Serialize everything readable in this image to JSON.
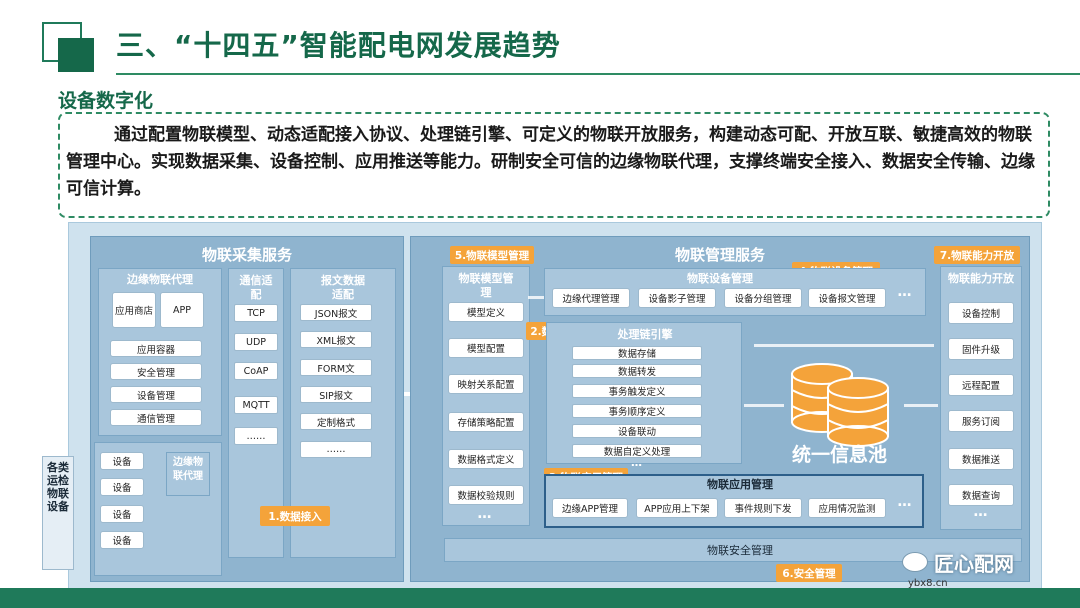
{
  "header": {
    "title": "三、“十四五”智能配电网发展趋势",
    "subtitle": "设备数字化"
  },
  "description": "通过配置物联模型、动态适配接入协议、处理链引擎、可定义的物联开放服务，构建动态可配、开放互联、敏捷高效的物联管理中心。实现数据采集、设备控制、应用推送等能力。研制安全可信的边缘物联代理，支撑终端安全接入、数据安全传输、边缘可信计算。",
  "left_label": "各类运检物联设备",
  "collection": {
    "title": "物联采集服务",
    "edge_proxy": {
      "title": "边缘物联代理",
      "app_store": "应用商店",
      "app": "APP",
      "items": [
        "应用容器",
        "安全管理",
        "设备管理",
        "通信管理"
      ]
    },
    "devices": [
      "设备",
      "设备",
      "设备",
      "设备"
    ],
    "edge_small": "边缘物联代理",
    "comm": {
      "title": "通信适配",
      "items": [
        "TCP",
        "UDP",
        "CoAP",
        "MQTT",
        "……"
      ]
    },
    "msg": {
      "title": "报文数据适配",
      "items": [
        "JSON报文",
        "XML报文",
        "FORM文",
        "SIP报文",
        "定制格式",
        "……"
      ]
    },
    "tag": "1.数据接入"
  },
  "management": {
    "title": "物联管理服务",
    "model": {
      "tag": "5.物联模型管理",
      "title": "物联模型管理",
      "items": [
        "模型定义",
        "模型配置",
        "映射关系配置",
        "存储策略配置",
        "数据格式定义",
        "数据校验规则"
      ],
      "more": "…"
    },
    "device_mgmt": {
      "tag": "4.物联设备管理",
      "title": "物联设备管理",
      "items": [
        "边缘代理管理",
        "设备影子管理",
        "设备分组管理",
        "设备报文管理"
      ],
      "more": "…"
    },
    "processing": {
      "tag": "2.数据处理",
      "title": "处理链引擎",
      "items": [
        "数据存储",
        "数据转发",
        "事务触发定义",
        "事务顺序定义",
        "设备联动",
        "数据自定义处理"
      ],
      "more": "…"
    },
    "pool": "统一信息池",
    "app_mgmt": {
      "tag": "3.物联应用管理",
      "title": "物联应用管理",
      "items": [
        "边缘APP管理",
        "APP应用上下架",
        "事件规则下发",
        "应用情况监测"
      ],
      "more": "…"
    },
    "security": {
      "title": "物联安全管理",
      "tag": "6.安全管理"
    },
    "open": {
      "tag": "7.物联能力开放",
      "title": "物联能力开放",
      "items": [
        "设备控制",
        "固件升级",
        "远程配置",
        "服务订阅",
        "数据推送",
        "数据查询"
      ],
      "more": "…"
    }
  },
  "watermark": {
    "brand": "匠心配网",
    "url": "ybx8.cn"
  },
  "colors": {
    "brand_green": "#15684a",
    "panel_blue": "#8fb4cf",
    "tag_orange": "#f4a33a"
  }
}
